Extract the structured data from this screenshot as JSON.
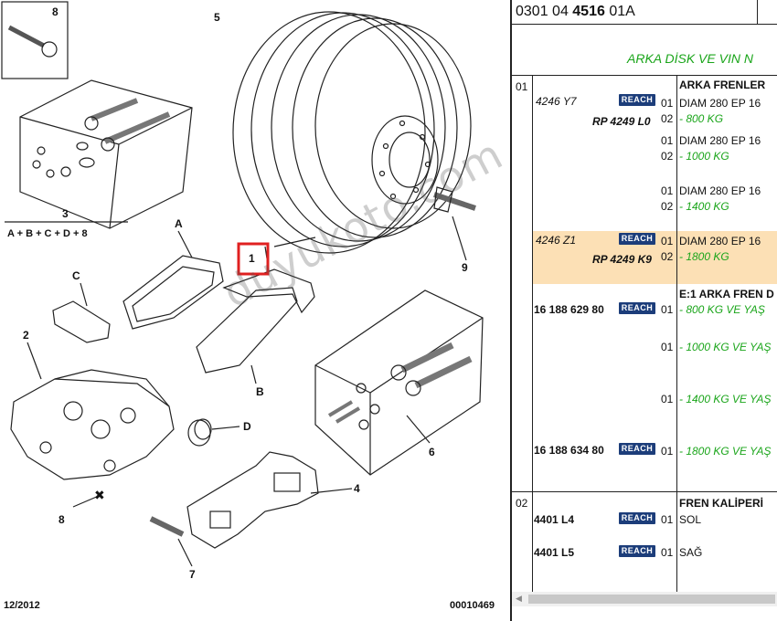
{
  "diagram": {
    "callouts": {
      "c1": "1",
      "c2": "2",
      "c3": "3",
      "c4": "4",
      "c5": "5",
      "c6": "6",
      "c7": "7",
      "c8": "8",
      "c8b": "8",
      "c9": "9",
      "a": "A",
      "b": "B",
      "c": "C",
      "d": "D"
    },
    "formula": "A + B + C + D + 8",
    "date": "12/2012",
    "ref": "00010469",
    "watermark": "duyukoto.com"
  },
  "panel": {
    "ref_prefix": "0301 04 ",
    "ref_bold": "4516",
    "ref_suffix": " 01A",
    "title": "ARKA DİSK VE VIN N",
    "reach_label": "REACH",
    "sections": [
      {
        "num": "01",
        "header": "ARKA FRENLER",
        "rows": [
          {
            "part": "4246 Y7",
            "sub": "RP 4249 L0",
            "q1": "01",
            "d1": "DIAM 280 EP 16",
            "q2": "02",
            "d2": "- 800 KG"
          },
          {
            "q1": "01",
            "d1": "DIAM 280 EP 16",
            "q2": "02",
            "d2": "- 1000 KG"
          },
          {
            "q1": "01",
            "d1": "DIAM 280 EP 16",
            "q2": "02",
            "d2": "- 1400 KG"
          },
          {
            "part": "4246 Z1",
            "sub": "RP 4249 K9",
            "q1": "01",
            "d1": "DIAM 280 EP 16",
            "q2": "02",
            "d2": "- 1800 KG"
          }
        ]
      },
      {
        "header": "E:1 ARKA FREN D",
        "rows": [
          {
            "part": "16 188 629 80",
            "q": "01",
            "d": "- 800 KG VE YAŞ"
          },
          {
            "q": "01",
            "d": "- 1000 KG VE YAŞ"
          },
          {
            "q": "01",
            "d": "- 1400 KG VE YAŞ"
          },
          {
            "part": "16 188 634 80",
            "q": "01",
            "d": "- 1800 KG VE YAŞ"
          }
        ]
      },
      {
        "num": "02",
        "header": "FREN KALİPERİ",
        "rows": [
          {
            "part": "4401 L4",
            "q": "01",
            "d": "SOL"
          },
          {
            "part": "4401 L5",
            "q": "01",
            "d": "SAĞ"
          }
        ]
      }
    ]
  },
  "colors": {
    "reach": "#1c3d7a",
    "green": "#1aa51a",
    "highlight": "#fce0b5",
    "callout_box": "#e02020"
  }
}
